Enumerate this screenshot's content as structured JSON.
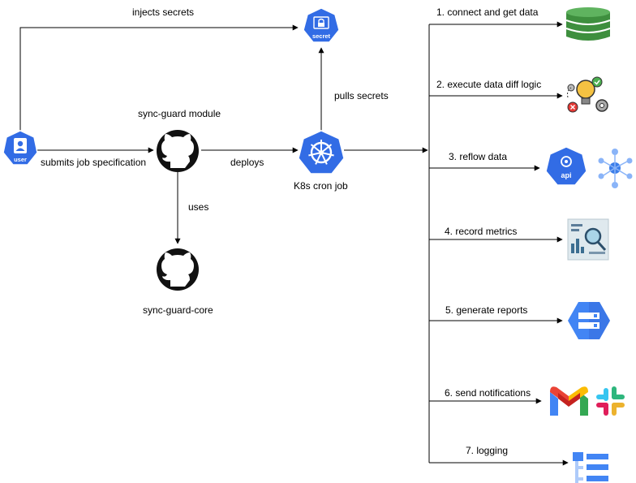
{
  "nodes": {
    "user": {
      "label": "user"
    },
    "secret": {
      "label": "secret"
    },
    "sync_guard_module": {
      "label": "sync-guard module"
    },
    "sync_guard_core": {
      "label": "sync-guard-core"
    },
    "k8s_cron_job": {
      "label": "K8s cron job"
    },
    "api": {
      "label": "api"
    }
  },
  "edges": {
    "injects_secrets": "injects secrets",
    "submits_job": "submits job specification",
    "deploys": "deploys",
    "uses": "uses",
    "pulls_secrets": "pulls secrets"
  },
  "steps": [
    {
      "label": "1. connect and get data",
      "icon": "database-icon"
    },
    {
      "label": "2. execute data diff logic",
      "icon": "lightbulb-gears-icon"
    },
    {
      "label": "3. reflow data",
      "icon": "api-network-icon"
    },
    {
      "label": "4. record metrics",
      "icon": "metrics-dashboard-icon"
    },
    {
      "label": "5. generate reports",
      "icon": "storage-icon"
    },
    {
      "label": "6. send notifications",
      "icon": "gmail-slack-icon"
    },
    {
      "label": "7. logging",
      "icon": "logging-icon"
    }
  ],
  "colors": {
    "k8s_blue": "#326ce5",
    "database_green": "#3e8f3e",
    "gcp_blue": "#4285f4",
    "github_black": "#111111"
  }
}
